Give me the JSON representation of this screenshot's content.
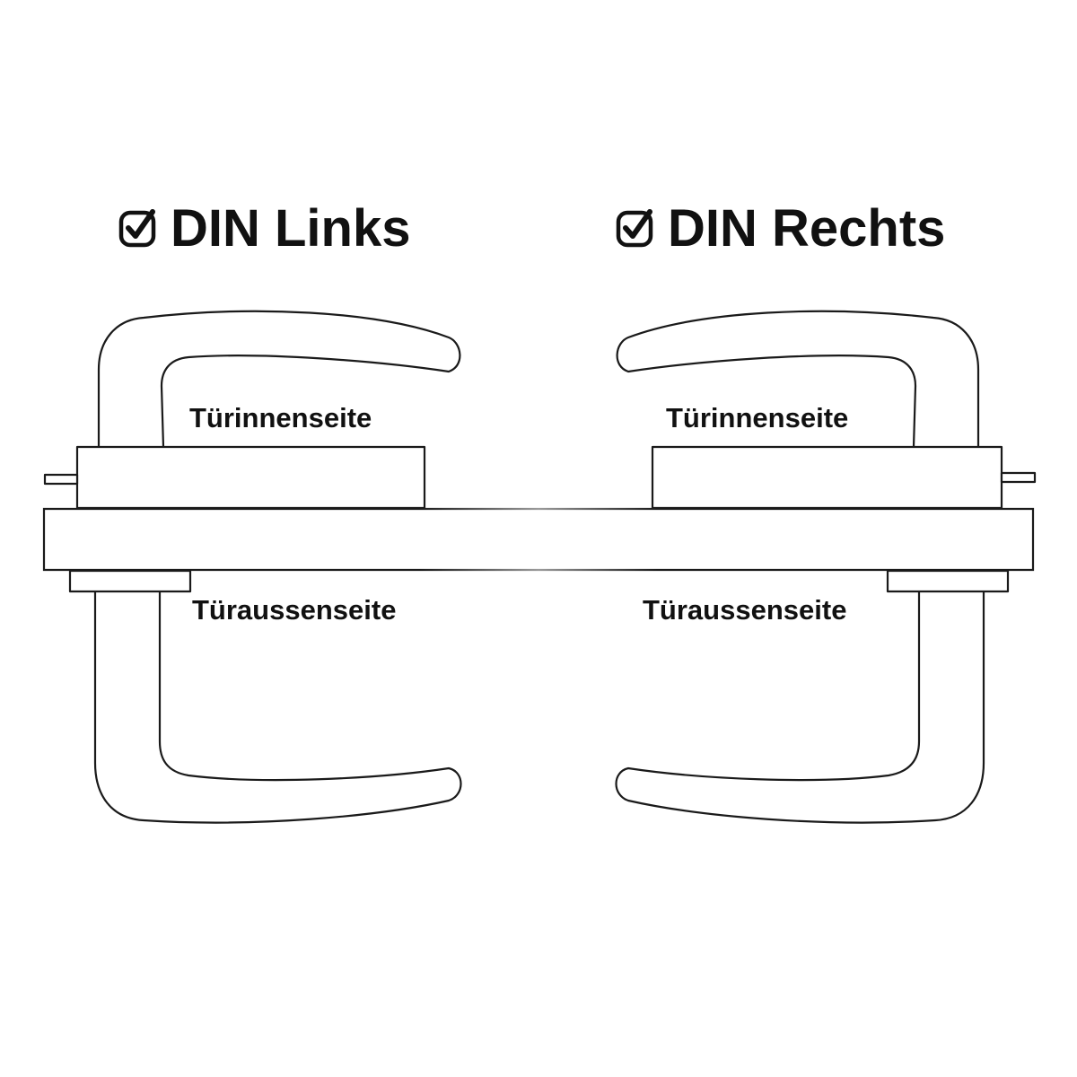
{
  "headings": {
    "left": "DIN Links",
    "right": "DIN Rechts",
    "icon": "checkbox-checked-icon"
  },
  "labels": {
    "left_inner": "Türinnenseite",
    "left_outer": "Türaussenseite",
    "right_inner": "Türinnenseite",
    "right_outer": "Türaussenseite"
  },
  "colors": {
    "line": "#1a1a1a",
    "background": "#ffffff"
  }
}
